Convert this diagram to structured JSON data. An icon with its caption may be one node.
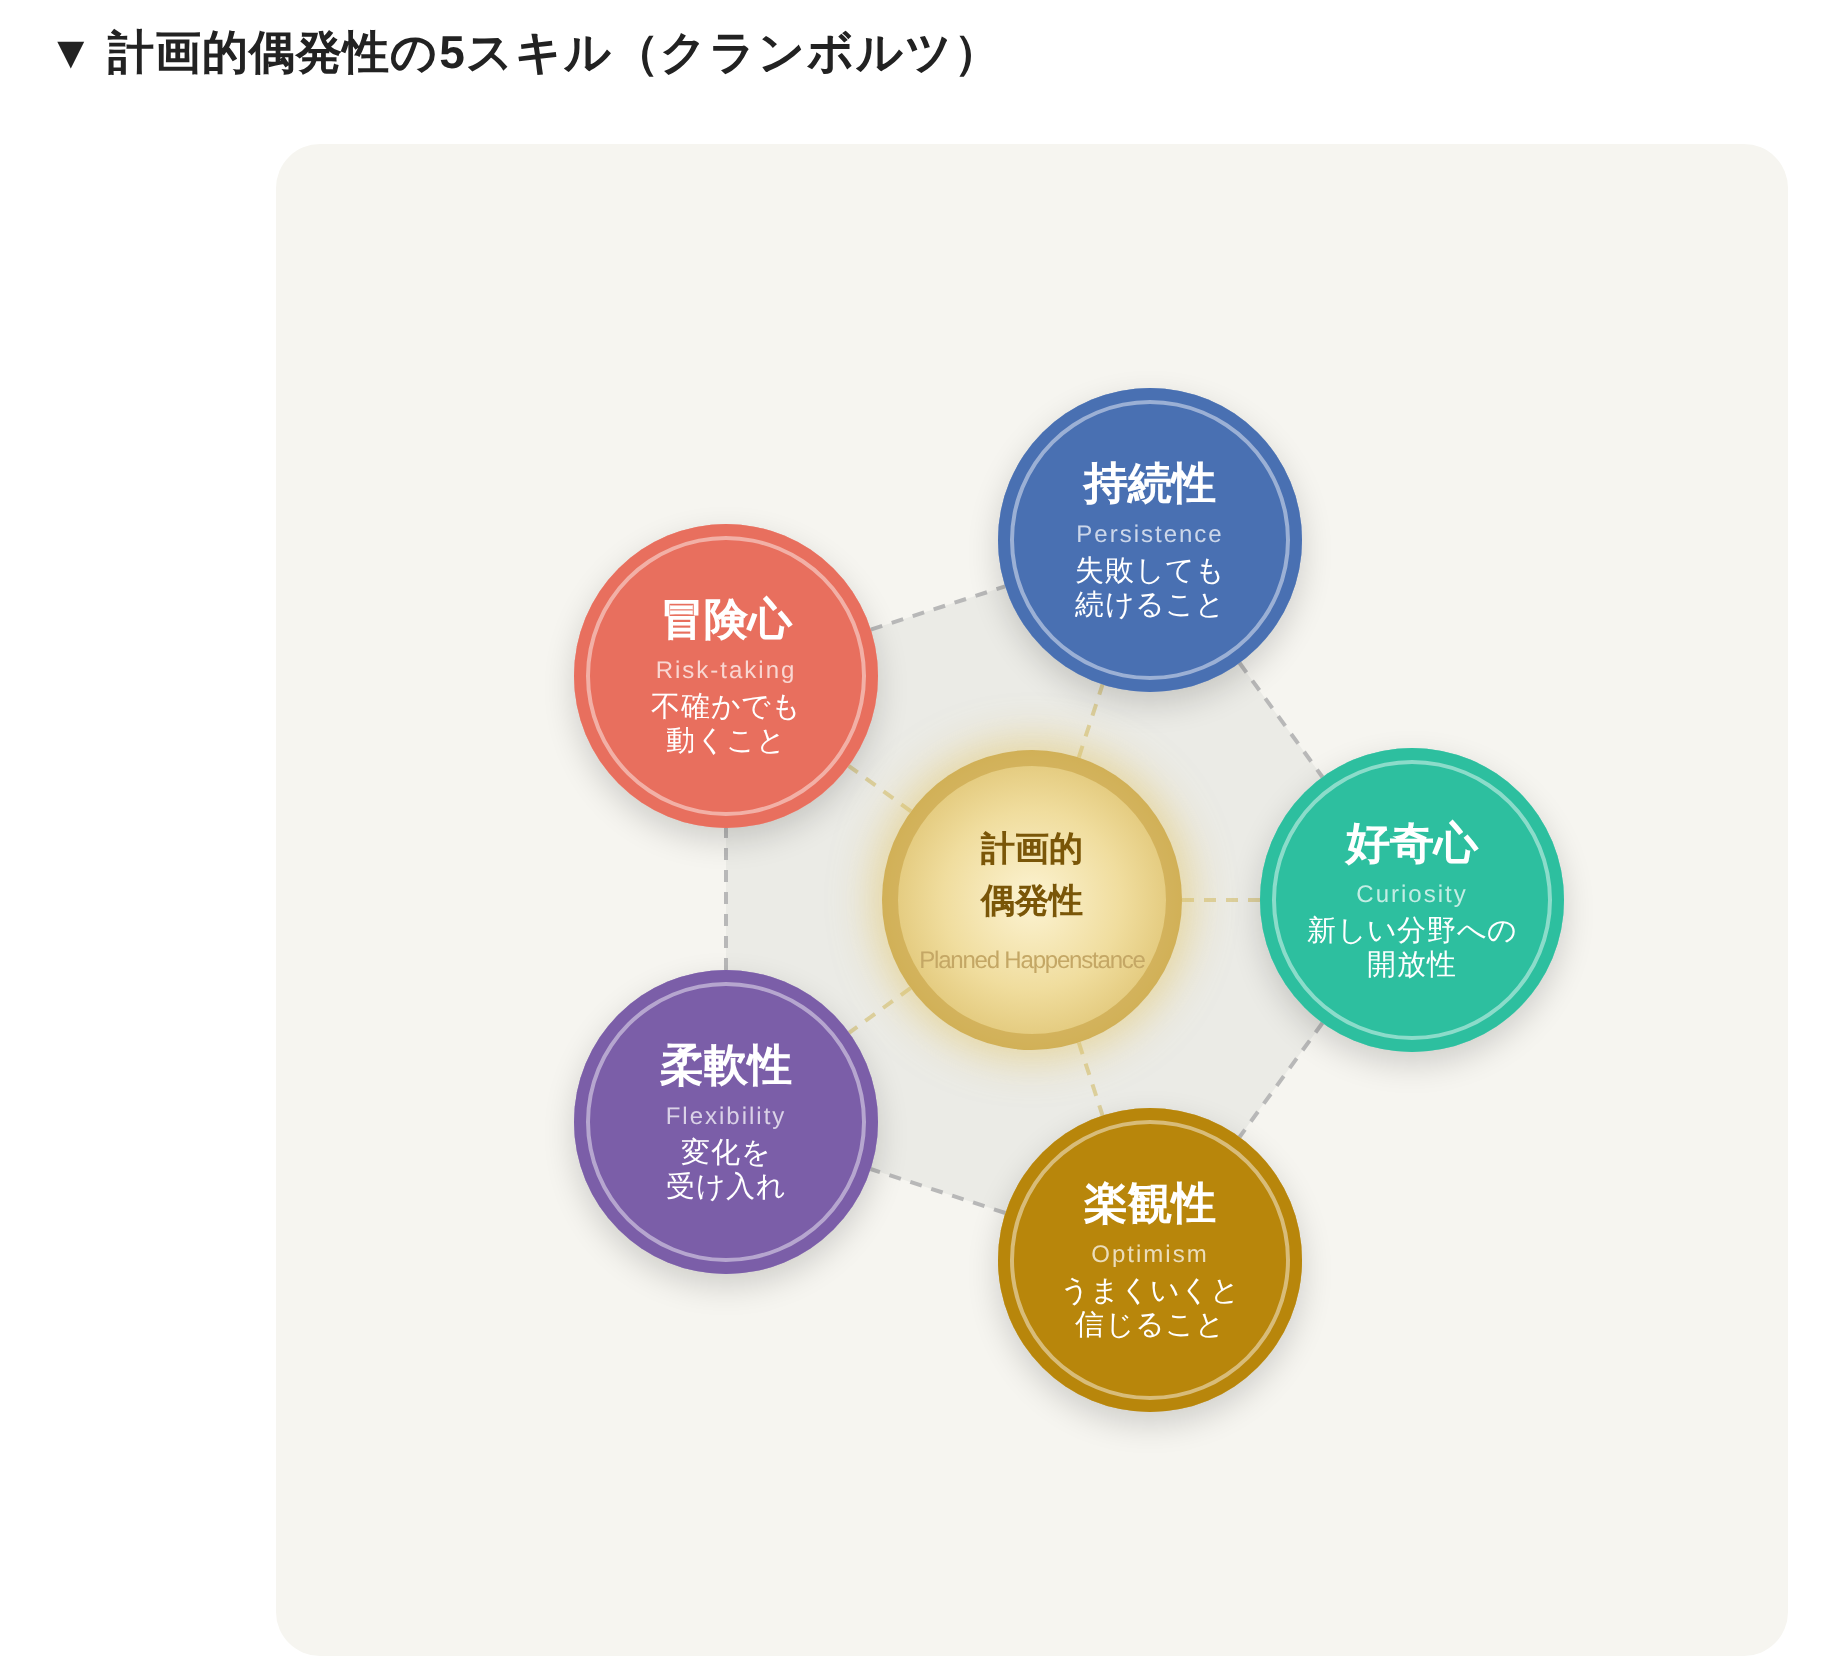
{
  "diagram": {
    "title": "▼ 計画的偶発性の5スキル（クランボルツ）",
    "nodes": [
      {
        "text": [
          "計画的偶発性",
          "Planned Happenstance"
        ]
      },
      {
        "text": [
          "持続性",
          "Persistence",
          "失敗しても続けること"
        ]
      },
      {
        "text": [
          "好奇心",
          "Curiosity",
          "新しい分野への開放性"
        ]
      },
      {
        "text": [
          "楽観性",
          "Optimism",
          "うまくいくと信じること"
        ]
      },
      {
        "text": [
          "柔軟性",
          "Flexibility",
          "変化を受け入れ"
        ]
      },
      {
        "text": [
          "冒険心",
          "Risk-taking",
          "不確かでも動くこと"
        ]
      }
    ],
    "edges": [
      {
        "from": 0,
        "to": 1,
        "arrow": "none",
        "style": "dashed",
        "color": "#dccf9c"
      },
      {
        "from": 0,
        "to": 2,
        "arrow": "none",
        "style": "dashed",
        "color": "#dccf9c"
      },
      {
        "from": 0,
        "to": 3,
        "arrow": "none",
        "style": "dashed",
        "color": "#dccf9c"
      },
      {
        "from": 0,
        "to": 4,
        "arrow": "none",
        "style": "dashed",
        "color": "#dccf9c"
      },
      {
        "from": 0,
        "to": 5,
        "arrow": "none",
        "style": "dashed",
        "color": "#dccf9c"
      },
      {
        "from": 5,
        "to": 1,
        "arrow": "none",
        "style": "dashed",
        "color": "#b8b8b8"
      },
      {
        "from": 1,
        "to": 2,
        "arrow": "none",
        "style": "dashed",
        "color": "#b8b8b8"
      },
      {
        "from": 2,
        "to": 3,
        "arrow": "none",
        "style": "dashed",
        "color": "#b8b8b8"
      },
      {
        "from": 3,
        "to": 4,
        "arrow": "none",
        "style": "dashed",
        "color": "#b8b8b8"
      },
      {
        "from": 4,
        "to": 5,
        "arrow": "none",
        "style": "dashed",
        "color": "#b8b8b8"
      }
    ]
  }
}
